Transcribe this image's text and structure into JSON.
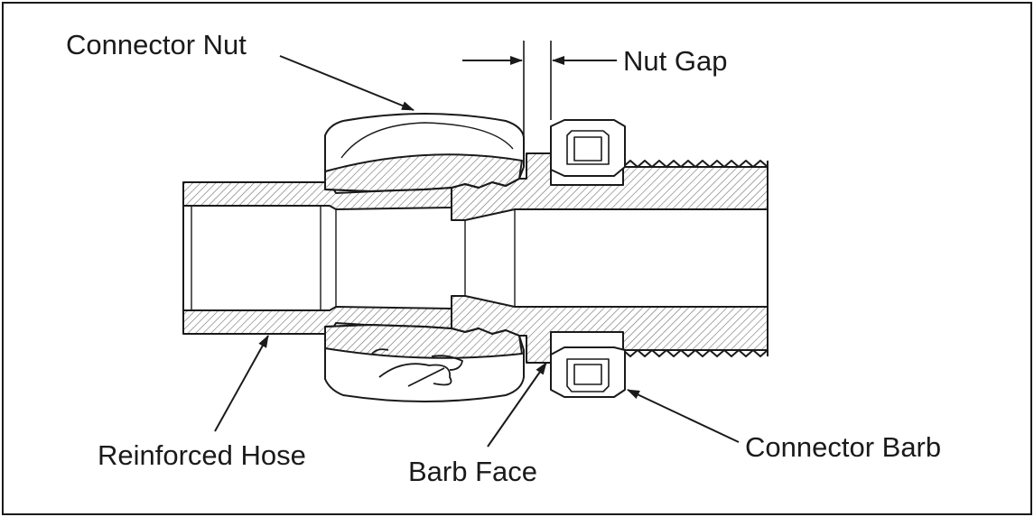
{
  "labels": {
    "connector_nut": "Connector Nut",
    "nut_gap": "Nut Gap",
    "reinforced_hose": "Reinforced Hose",
    "barb_face": "Barb Face",
    "connector_barb": "Connector Barb"
  },
  "colors": {
    "line": "#1a1a1a",
    "hatch": "#6e6e6e",
    "background": "#ffffff"
  }
}
